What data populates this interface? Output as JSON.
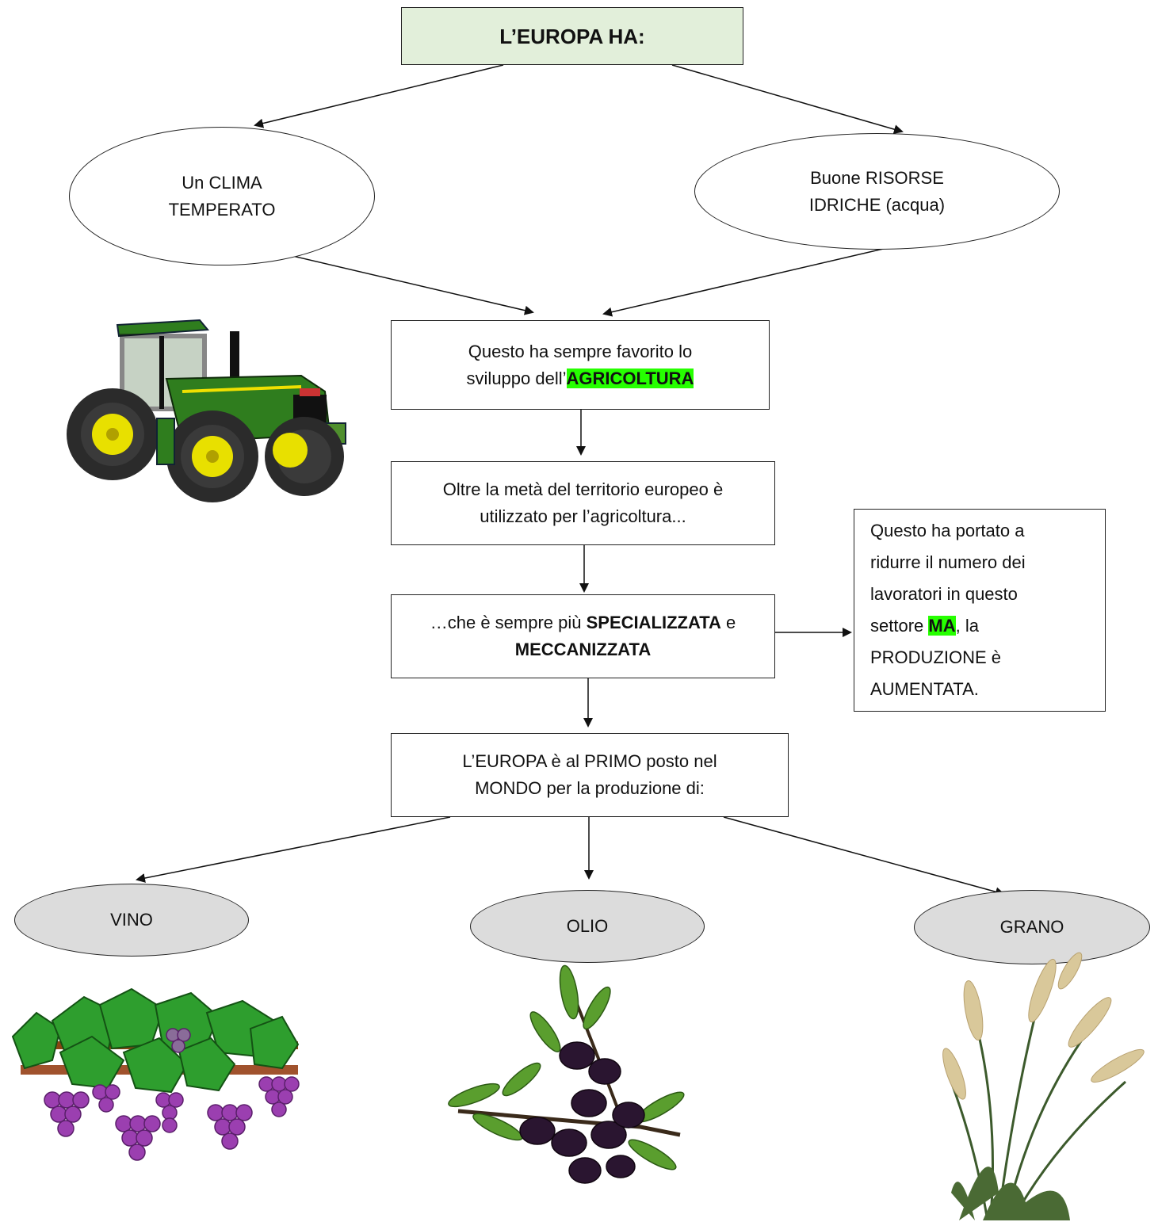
{
  "title": "L’EUROPA HA:",
  "causes": {
    "left": [
      "Un CLIMA",
      "TEMPERATO"
    ],
    "right": [
      "Buone RISORSE",
      "IDRICHE (acqua)"
    ]
  },
  "agriculture_box": {
    "line1": "Questo ha sempre favorito lo",
    "line2_prefix": "sviluppo dell’",
    "line2_highlight": "AGRICOLTURA"
  },
  "territory_box": {
    "line1": "Oltre la metà del territorio europeo è",
    "line2": "utilizzato per l’agricoltura..."
  },
  "specialized_box": {
    "prefix": "…che è sempre più ",
    "bold1": "SPECIALIZZATA",
    "middle": " e",
    "bold2": "MECCANIZZATA"
  },
  "side_box": {
    "line1": "Questo ha portato a",
    "line2": "ridurre il numero dei",
    "line3": "lavoratori in questo",
    "line4_prefix": "settore ",
    "line4_highlight": "MA",
    "line4_suffix": ", la",
    "line5": "PRODUZIONE è",
    "line6": "AUMENTATA."
  },
  "first_place_box": {
    "line1": "L’EUROPA è al PRIMO posto nel",
    "line2": "MONDO per la produzione di:"
  },
  "products": [
    "VINO",
    "OLIO",
    "GRANO"
  ],
  "colors": {
    "title_bg": "#e2efda",
    "highlight": "#26ff00",
    "product_bg": "#dcdcdc",
    "tractor_green": "#2f7d1e",
    "tractor_yellow": "#f0e000",
    "grape_purple": "#9b3fb0",
    "olive_dark": "#2a1530",
    "wheat_gold": "#d9c89a"
  },
  "icons": [
    "tractor-icon",
    "grapes-icon",
    "olive-branch-icon",
    "wheat-icon"
  ]
}
